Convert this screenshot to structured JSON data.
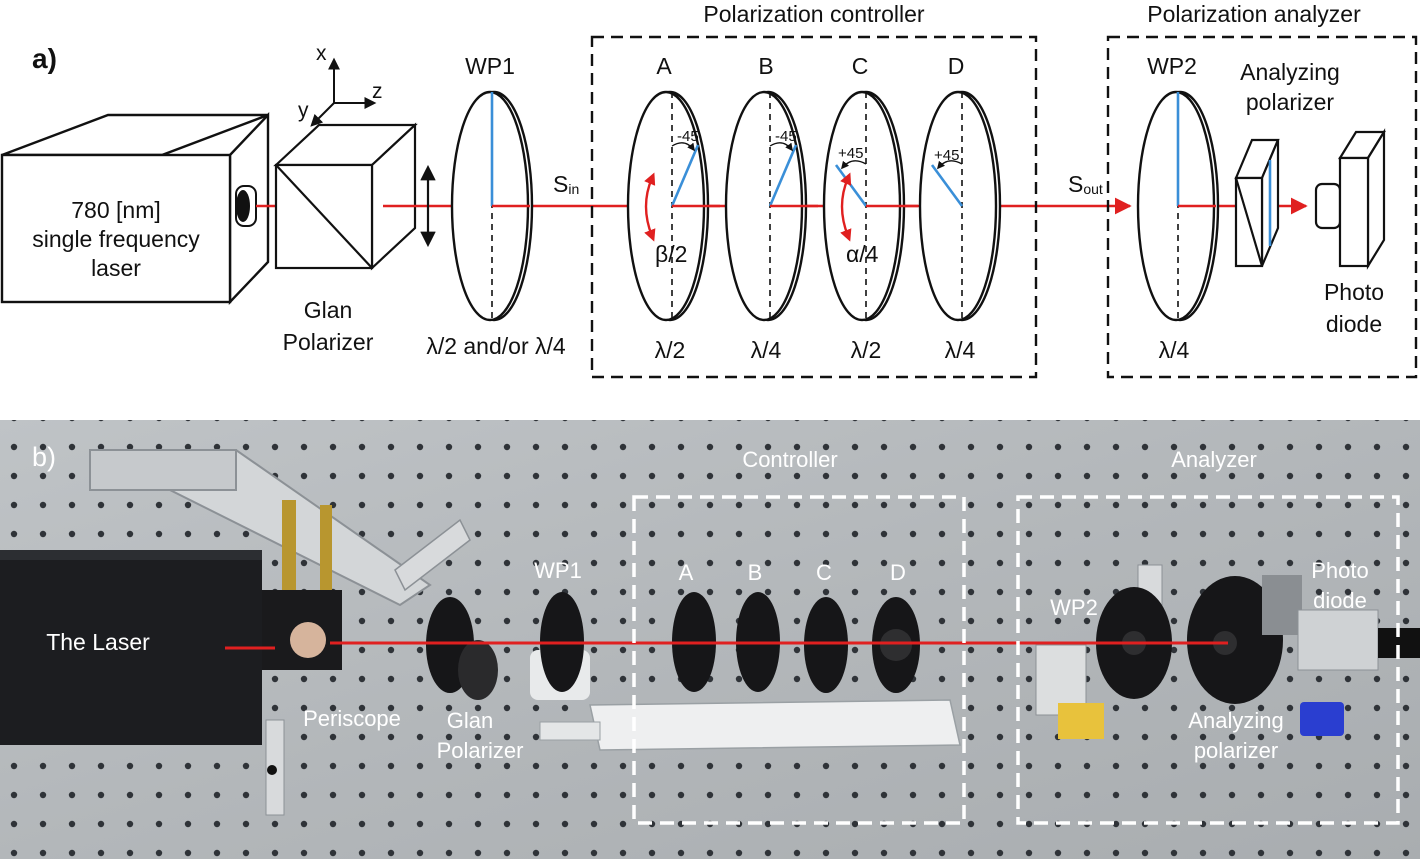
{
  "panel_a": {
    "tag": "a)",
    "axes": {
      "x": "x",
      "y": "y",
      "z": "z"
    },
    "laser": {
      "line1": "780 [nm]",
      "line2": "single frequency",
      "line3": "laser"
    },
    "glan": {
      "line1": "Glan",
      "line2": "Polarizer"
    },
    "wp1": {
      "name": "WP1",
      "type": "λ/2 and/or λ/4"
    },
    "s_in": {
      "main": "S",
      "sub": "in"
    },
    "s_out": {
      "main": "S",
      "sub": "out"
    },
    "controller": {
      "title": "Polarization controller",
      "plates": [
        {
          "letter": "A",
          "type": "λ/2",
          "angle": "-45"
        },
        {
          "letter": "B",
          "type": "λ/4",
          "angle": "-45"
        },
        {
          "letter": "C",
          "type": "λ/2",
          "angle": "+45"
        },
        {
          "letter": "D",
          "type": "λ/4",
          "angle": "+45"
        }
      ],
      "beta": "β/2",
      "alpha": "α/4"
    },
    "analyzer": {
      "title": "Polarization analyzer",
      "wp2": {
        "name": "WP2",
        "type": "λ/4"
      },
      "polarizer": {
        "line1": "Analyzing",
        "line2": "polarizer"
      },
      "photodiode": {
        "line1": "Photo",
        "line2": "diode"
      }
    },
    "colors": {
      "beam": "#e02020",
      "axis": "#3a8fd8",
      "arrow": "#e02020"
    }
  },
  "panel_b": {
    "tag": "b)",
    "laser": "The Laser",
    "periscope": "Periscope",
    "glan": {
      "line1": "Glan",
      "line2": "Polarizer"
    },
    "wp1": "WP1",
    "controller": "Controller",
    "plates": [
      "A",
      "B",
      "C",
      "D"
    ],
    "analyzer": "Analyzer",
    "wp2": "WP2",
    "photodiode": {
      "line1": "Photo",
      "line2": "diode"
    },
    "analyzing_polarizer": {
      "line1": "Analyzing",
      "line2": "polarizer"
    }
  }
}
